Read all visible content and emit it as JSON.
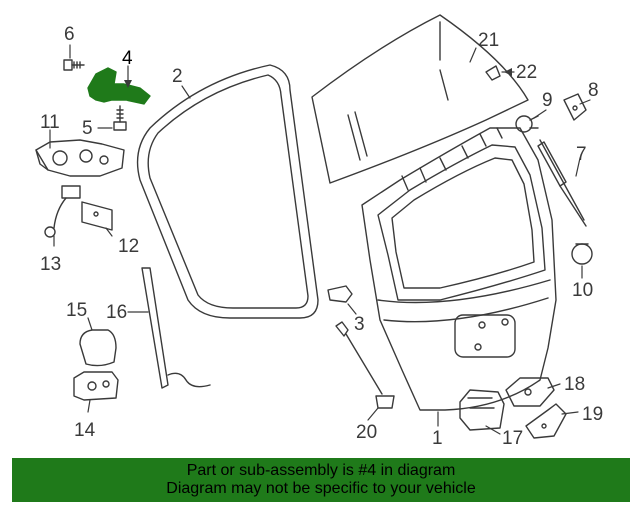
{
  "callouts": {
    "c1": "1",
    "c2": "2",
    "c3": "3",
    "c4": "4",
    "c5": "5",
    "c6": "6",
    "c7": "7",
    "c8": "8",
    "c9": "9",
    "c10": "10",
    "c11": "11",
    "c12": "12",
    "c13": "13",
    "c14": "14",
    "c15": "15",
    "c16": "16",
    "c17": "17",
    "c18": "18",
    "c19": "19",
    "c20": "20",
    "c21": "21",
    "c22": "22"
  },
  "highlighted_part": "4",
  "colors": {
    "highlight": "#1f7a1a",
    "line": "#3a3a3a"
  },
  "footer": {
    "line1": "Part or sub-assembly is #4 in diagram",
    "line2": "Diagram may not be specific to your vehicle"
  }
}
